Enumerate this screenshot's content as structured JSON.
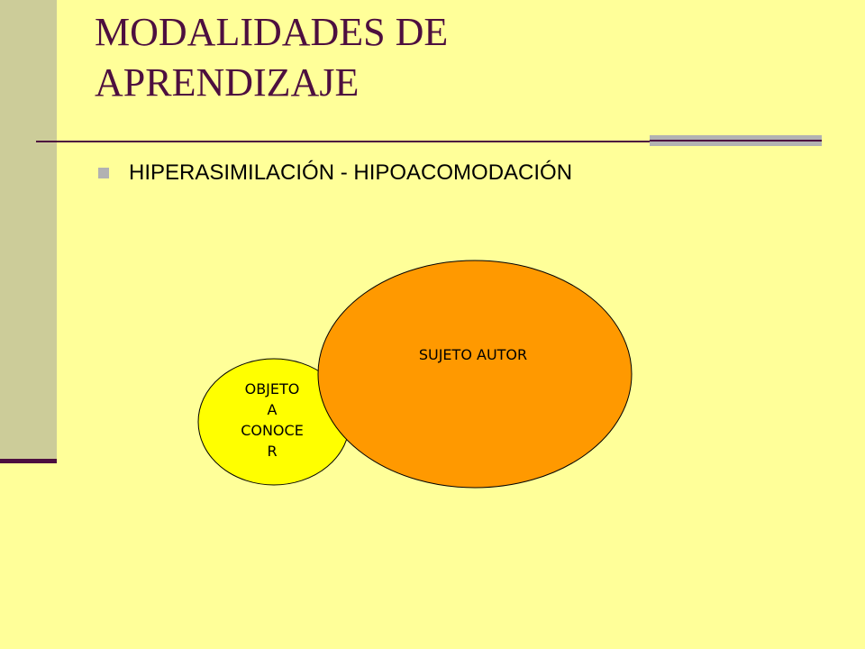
{
  "title": {
    "line1": "MODALIDADES DE",
    "line2": "APRENDIZAJE"
  },
  "bullets": [
    {
      "text": "HIPERASIMILACIÓN - HIPOACOMODACIÓN"
    }
  ],
  "diagram": {
    "object_ellipse": {
      "lines": [
        "OBJETO",
        "A",
        "CONOCE",
        "R"
      ],
      "fill": "#ffff00"
    },
    "subject_ellipse": {
      "label": "SUJETO AUTOR",
      "fill": "#ff9900"
    },
    "stroke": "#000000"
  },
  "colors": {
    "background": "#ffff99",
    "left_band": "#cccc99",
    "title_text": "#4d0f3f",
    "accent_gray": "#b2b2b2"
  }
}
